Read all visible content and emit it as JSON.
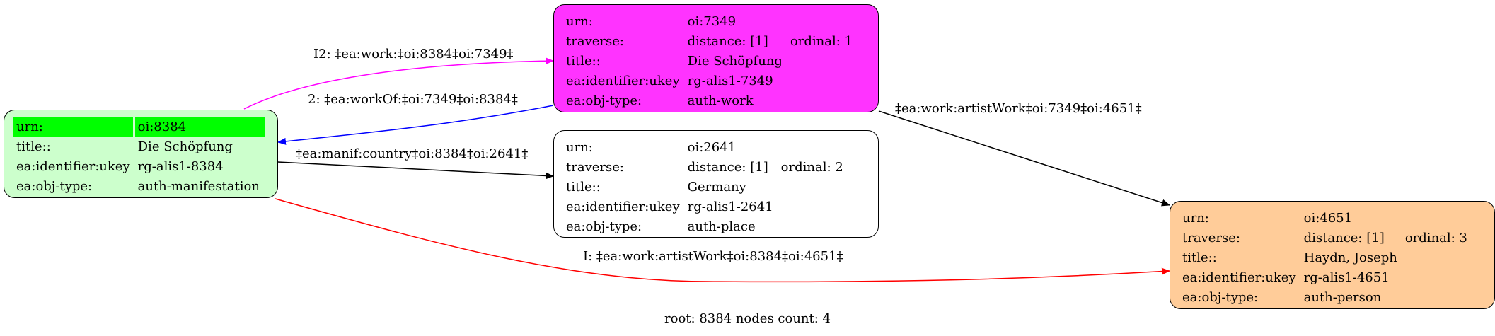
{
  "nodes": {
    "n8384": {
      "fill": "#ccffcc",
      "rows": [
        {
          "k": "urn:",
          "v": "oi:8384",
          "highlight": true
        },
        {
          "k": "title::",
          "v": "Die Schöpfung"
        },
        {
          "k": "ea:identifier:ukey",
          "v": "rg-alis1-8384"
        },
        {
          "k": "ea:obj-type:",
          "v": "auth-manifestation"
        }
      ]
    },
    "n7349": {
      "fill": "#ff33ff",
      "rows": [
        {
          "k": "urn:",
          "v": "oi:7349"
        },
        {
          "k": "traverse:",
          "v": "distance: [1]",
          "extra": "ordinal: 1"
        },
        {
          "k": "title::",
          "v": "Die Schöpfung"
        },
        {
          "k": "ea:identifier:ukey",
          "v": "rg-alis1-7349"
        },
        {
          "k": "ea:obj-type:",
          "v": "auth-work"
        }
      ]
    },
    "n2641": {
      "fill": "#ffffff",
      "rows": [
        {
          "k": "urn:",
          "v": "oi:2641"
        },
        {
          "k": "traverse:",
          "v": "distance: [1]",
          "extra": "ordinal: 2"
        },
        {
          "k": "title::",
          "v": "Germany"
        },
        {
          "k": "ea:identifier:ukey",
          "v": "rg-alis1-2641"
        },
        {
          "k": "ea:obj-type:",
          "v": "auth-place"
        }
      ]
    },
    "n4651": {
      "fill": "#ffcc99",
      "rows": [
        {
          "k": "urn:",
          "v": "oi:4651"
        },
        {
          "k": "traverse:",
          "v": "distance: [1]",
          "extra": "ordinal: 3"
        },
        {
          "k": "title::",
          "v": "Haydn, Joseph"
        },
        {
          "k": "ea:identifier:ukey",
          "v": "rg-alis1-4651"
        },
        {
          "k": "ea:obj-type:",
          "v": "auth-person"
        }
      ]
    }
  },
  "edges": {
    "e_work": {
      "label": "I2: ‡ea:work:‡oi:8384‡oi:7349‡",
      "color": "#ff00ff"
    },
    "e_workof": {
      "label": "2: ‡ea:workOf:‡oi:7349‡oi:8384‡",
      "color": "#0000ff"
    },
    "e_country": {
      "label": "‡ea:manif:country‡oi:8384‡oi:2641‡",
      "color": "#000000"
    },
    "e_artist": {
      "label": "‡ea:work:artistWork‡oi:7349‡oi:4651‡",
      "color": "#000000"
    },
    "e_artist_i": {
      "label": "I: ‡ea:work:artistWork‡oi:8384‡oi:4651‡",
      "color": "#ff0000"
    }
  },
  "footer": "root: 8384 nodes count: 4"
}
